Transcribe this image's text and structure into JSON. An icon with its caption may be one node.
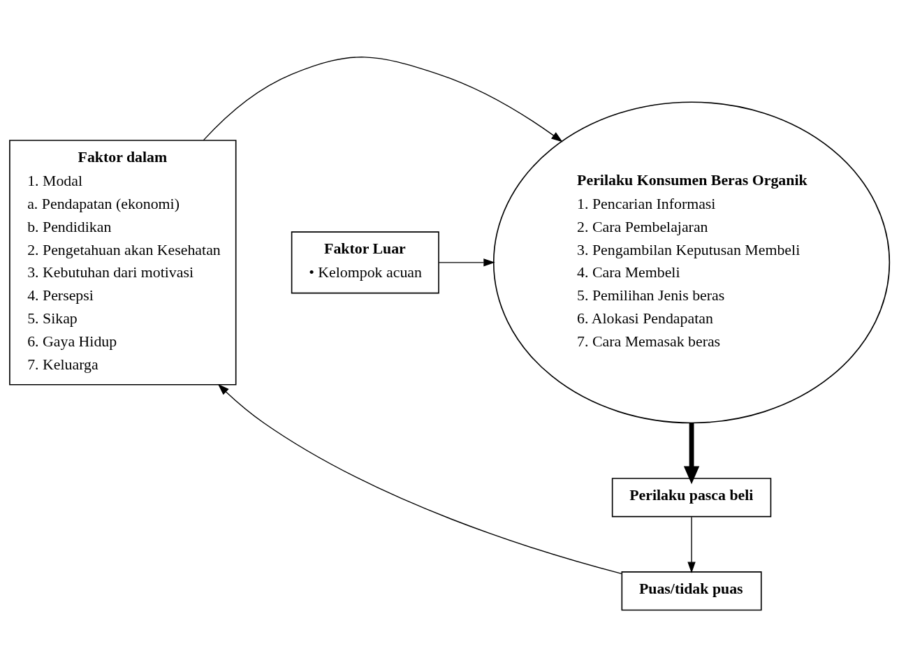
{
  "diagram": {
    "nodes": [
      {
        "text": [
          "Faktor dalam",
          "1. Modal",
          "a. Pendapatan (ekonomi)",
          "b. Pendidikan",
          "2. Pengetahuan akan Kesehatan",
          "3. Kebutuhan dari motivasi",
          "4. Persepsi",
          "5. Sikap",
          "6. Gaya Hidup",
          "7. Keluarga"
        ]
      },
      {
        "text": [
          "Perilaku Konsumen Beras Organik",
          "1. Pencarian Informasi",
          "2. Cara Pembelajaran",
          "3. Pengambilan Keputusan Membeli",
          "4. Cara Membeli",
          "5. Pemilihan Jenis beras",
          "6. Alokasi Pendapatan",
          "7. Cara Memasak beras"
        ]
      },
      {
        "text": [
          "Faktor Luar",
          "• Kelompok acuan"
        ]
      },
      {
        "text": [
          "Perilaku pasca beli"
        ]
      },
      {
        "text": [
          "Puas/tidak puas"
        ]
      }
    ],
    "edges": [
      {
        "from": 0,
        "to": 1,
        "arrow": "to"
      },
      {
        "from": 2,
        "to": 1,
        "arrow": "to"
      },
      {
        "from": 1,
        "to": 3,
        "arrow": "to",
        "style": "thick"
      },
      {
        "from": 3,
        "to": 4,
        "arrow": "to"
      },
      {
        "from": 4,
        "to": 0,
        "arrow": "to"
      }
    ]
  }
}
